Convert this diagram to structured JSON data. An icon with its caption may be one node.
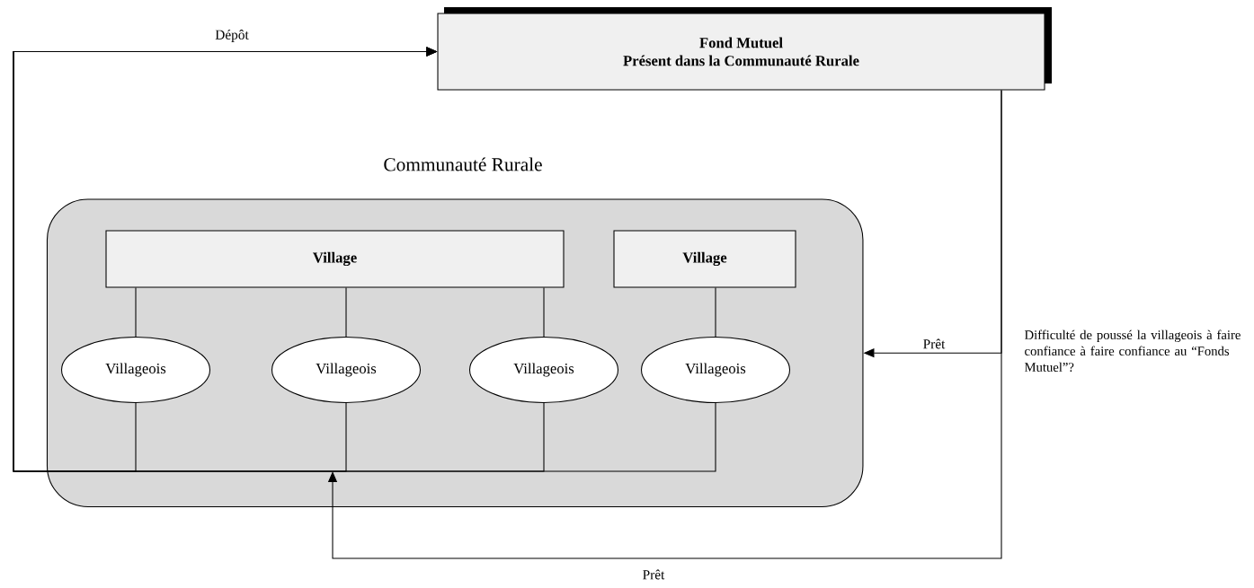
{
  "diagram": {
    "nodes": [
      {
        "text": [
          "Fond Mutuel",
          "Présent dans la Communauté Rurale"
        ]
      },
      {
        "text": [
          "Communauté Rurale"
        ]
      },
      {
        "text": [
          "Village"
        ],
        "in": 1
      },
      {
        "text": [
          "Village"
        ],
        "in": 1
      },
      {
        "text": [
          "Villageois"
        ],
        "in": 1
      },
      {
        "text": [
          "Villageois"
        ],
        "in": 1
      },
      {
        "text": [
          "Villageois"
        ],
        "in": 1
      },
      {
        "text": [
          "Villageois"
        ],
        "in": 1
      }
    ],
    "edges": [
      {
        "from": 2,
        "to": 4,
        "arrow": "none"
      },
      {
        "from": 2,
        "to": 5,
        "arrow": "none"
      },
      {
        "from": 2,
        "to": 6,
        "arrow": "none"
      },
      {
        "from": 3,
        "to": 7,
        "arrow": "none"
      },
      {
        "from": 4,
        "to": 0,
        "arrow": "to",
        "label": "Dépôt"
      },
      {
        "from": 5,
        "to": 0,
        "arrow": "to"
      },
      {
        "from": 6,
        "to": 0,
        "arrow": "to"
      },
      {
        "from": 7,
        "to": 0,
        "arrow": "to"
      },
      {
        "from": 0,
        "to": 1,
        "arrow": "to",
        "label": "Prêt"
      },
      {
        "from": 0,
        "to": 1,
        "arrow": "to",
        "label": "Prêt"
      }
    ],
    "labels": [
      "Difficulté de poussé la villageois à faire confiance à faire confiance au “Fonds Mutuel”?"
    ]
  }
}
